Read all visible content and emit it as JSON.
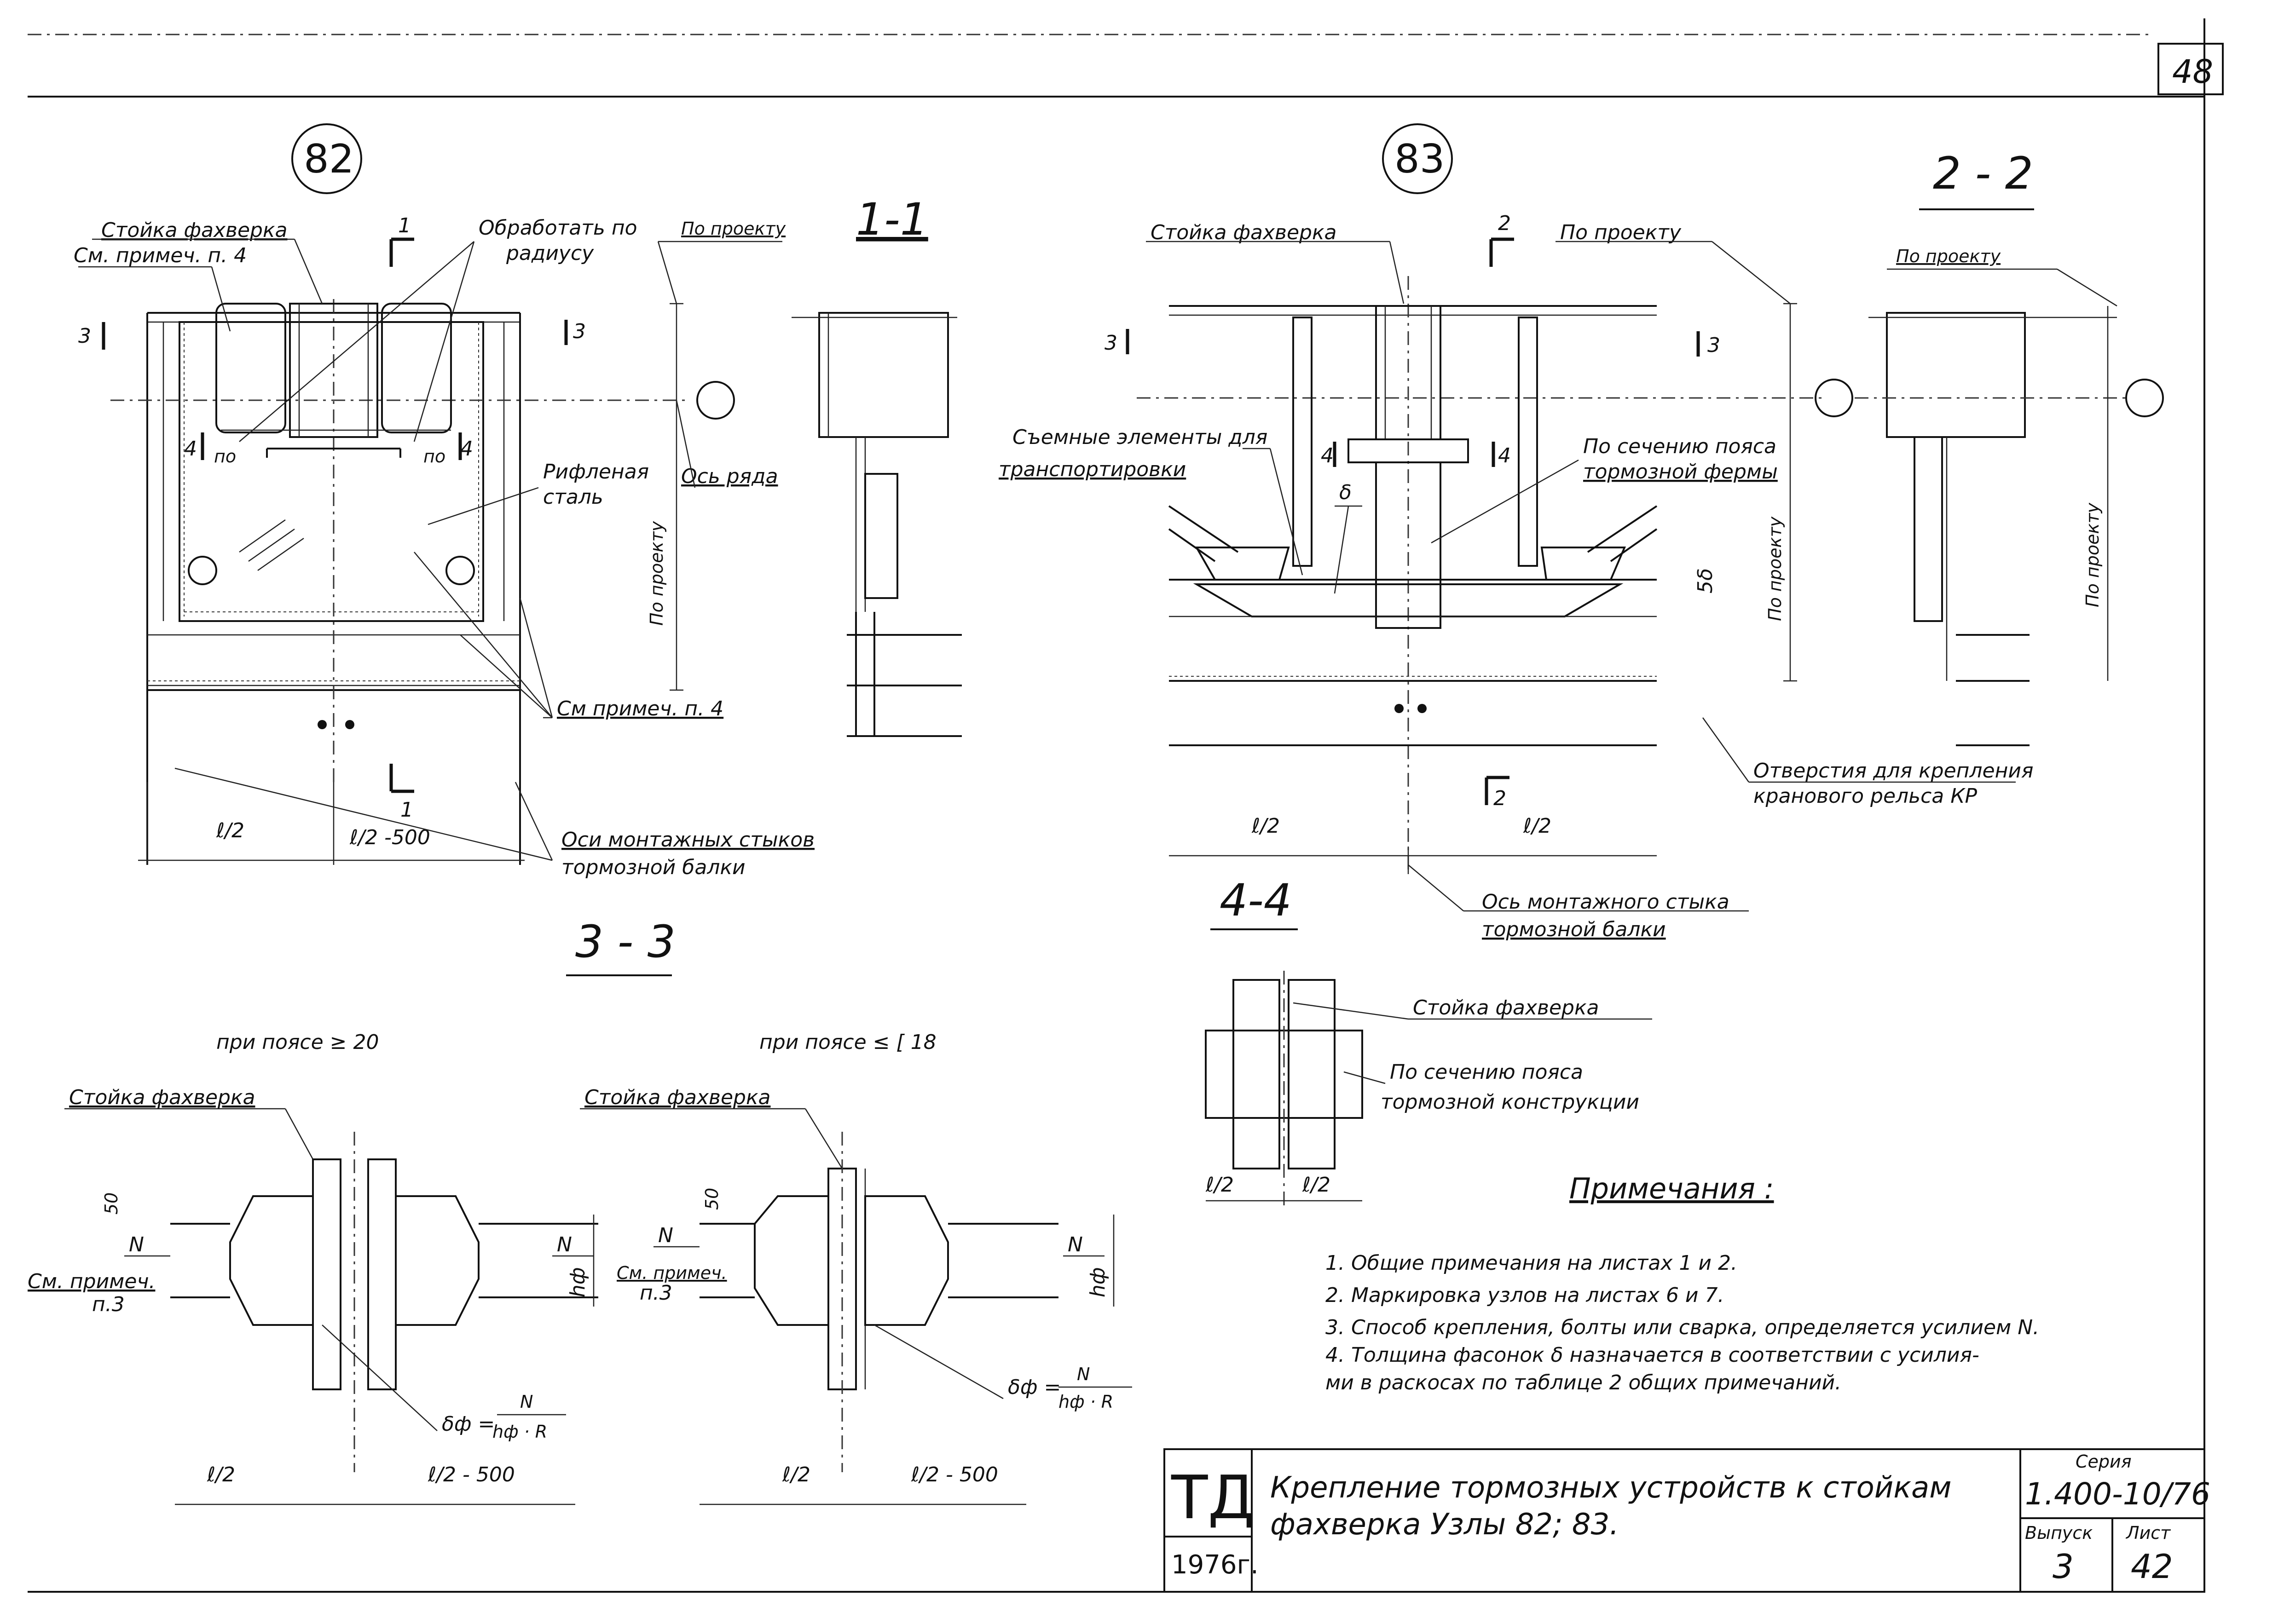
{
  "sheet_number": "48",
  "nodes": {
    "n82": "82",
    "n83": "83"
  },
  "sections": {
    "s1": "1-1",
    "s2": "2 - 2",
    "s3": "3 - 3",
    "s4": "4-4"
  },
  "markers": {
    "m1": "1",
    "m2": "2",
    "m3": "3",
    "m4": "4"
  },
  "node82": {
    "stoyka": "Стойка фахверка",
    "see_note4": "См. примеч. п. 4",
    "obrabotat_1": "Обработать по",
    "obrabotat_2": "радиусу",
    "po_proektu": "По проекту",
    "po": "по",
    "riflenaya_1": "Рифленая",
    "riflenaya_2": "сталь",
    "os_ryada": "Ось ряда",
    "see_note4b": "См примеч. п. 4",
    "l2": "ℓ/2",
    "l2_500": "ℓ/2 -500",
    "osi_1": "Оси монтажных стыков",
    "osi_2": "тормозной балки"
  },
  "node83": {
    "stoyka": "Стойка фахверка",
    "po_proektu": "По проекту",
    "semnye_1": "Съемные элементы для",
    "semnye_2": "транспортировки",
    "po_secheniyu_1": "По сечению пояса",
    "po_secheniyu_2": "тормозной фермы",
    "delta": "δ",
    "five_delta": "5δ",
    "otverstiya_1": "Отверстия для крепления",
    "otverstiya_2": "кранового рельса КР",
    "os_mont_1": "Ось монтажного стыка",
    "os_mont_2": "тормозной балки"
  },
  "section3": {
    "pri_left": "при поясе ≥ 20",
    "pri_right": "при поясе ≤ [ 18",
    "stoyka": "Стойка фахверка",
    "dim50": "50",
    "N": "N",
    "see_note3_1": "См. примеч.",
    "see_note3_2": "п.3",
    "hf": "hф",
    "formula_lhs": "δф =",
    "formula_num": "N",
    "formula_den": "hф · R",
    "l2": "ℓ/2",
    "l2_500": "ℓ/2 - 500"
  },
  "section4": {
    "stoyka": "Стойка фахверка",
    "po_sech_1": "По сечению пояса",
    "po_sech_2": "тормозной конструкции",
    "l2": "ℓ/2"
  },
  "notes": {
    "title": "Примечания :",
    "items": [
      "1.  Общие примечания на листах 1 и 2.",
      "2.  Маркировка узлов на листах 6 и 7.",
      "3.  Способ крепления, болты или сварка, определяется усилием N.",
      "4.  Толщина фасонок δ назначается в соответствии с усилия-",
      "     ми в раскосах по таблице 2 общих примечаний."
    ]
  },
  "title_block": {
    "logo": "ТД",
    "year": "1976г.",
    "title_1": "Крепление тормозных устройств к стойкам",
    "title_2": "фахверка  Узлы 82; 83.",
    "seriya_label": "Серия",
    "seriya": "1.400-10/76",
    "vypusk_label": "Выпуск",
    "vypusk": "3",
    "list_label": "Лист",
    "list": "42"
  }
}
